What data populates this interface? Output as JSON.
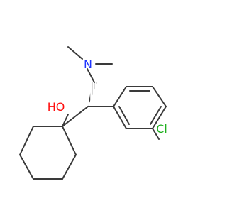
{
  "structure": {
    "atom_labels": {
      "nitrogen": "N",
      "hydroxyl": "HO",
      "chlorine": "Cl"
    },
    "colors": {
      "bond": "#3a3a3a",
      "nitrogen": "#1f35ff",
      "hydroxyl": "#ff0d0d",
      "chlorine": "#1fb01f"
    }
  }
}
